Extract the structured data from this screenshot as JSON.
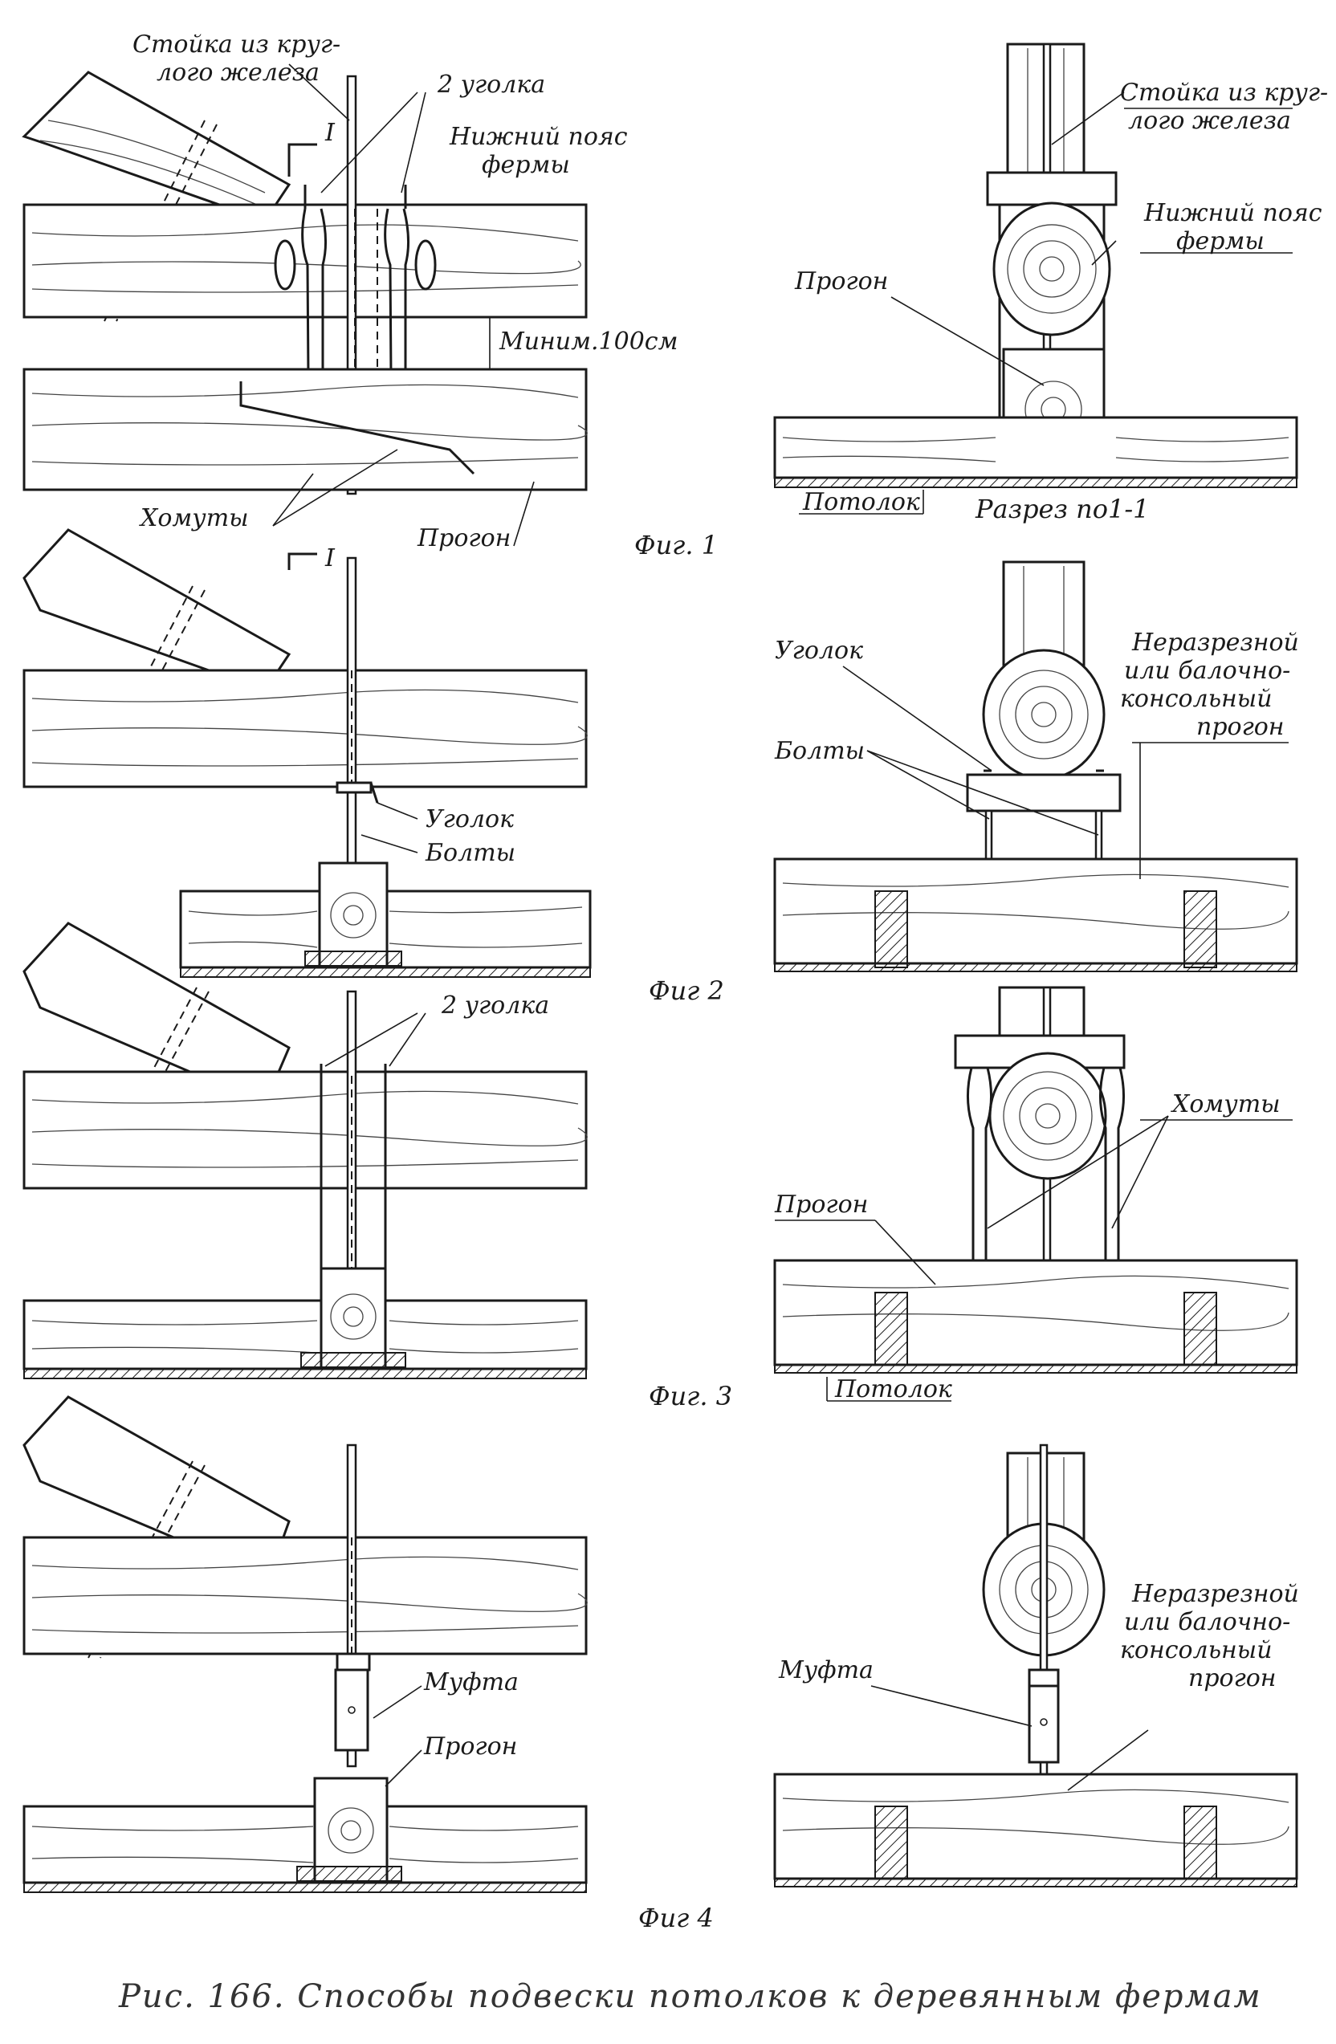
{
  "labels": {
    "rod_left": [
      "Стойка из круг-",
      "лого железа"
    ],
    "two_angles_f1": "2 уголка",
    "lower_chord_left": [
      "Нижний пояс",
      "фермы"
    ],
    "min_distance": "Миним.100см",
    "clamps_f1": "Хомуты",
    "purlin_f1": "Прогон",
    "section_mark_top": "I",
    "section_mark_bottom": "I",
    "rod_right": [
      "Стойка из круг-",
      "лого железа"
    ],
    "lower_chord_right": [
      "Нижний пояс",
      "фермы"
    ],
    "purlin_section": "Прогон",
    "ceiling_section": "Потолок",
    "section_title": "Разрез по1-1",
    "angle_f2_left": "Уголок",
    "bolts_f2_left": "Болты",
    "angle_f2_right": "Уголок",
    "bolts_f2_right": "Болты",
    "continuous_purlin_f2": [
      "Неразрезной",
      "или балочно-",
      "консольный",
      "прогон"
    ],
    "two_angles_f3": "2 уголка",
    "clamps_f3": "Хомуты",
    "purlin_f3": "Прогон",
    "ceiling_f3": "Потолок",
    "coupling_f4_left": "Муфта",
    "purlin_f4": "Прогон",
    "coupling_f4_right": "Муфта",
    "continuous_purlin_f4": [
      "Неразрезной",
      "или балочно-",
      "консольный",
      "прогон"
    ]
  },
  "figures": {
    "fig1": "Фиг. 1",
    "fig2": "Фиг 2",
    "fig3": "Фиг. 3",
    "fig4": "Фиг 4"
  },
  "caption": "Рис. 166. Способы подвески потолков к деревянным фермам",
  "colors": {
    "ink": "#1a1a1a",
    "paper": "#ffffff"
  }
}
